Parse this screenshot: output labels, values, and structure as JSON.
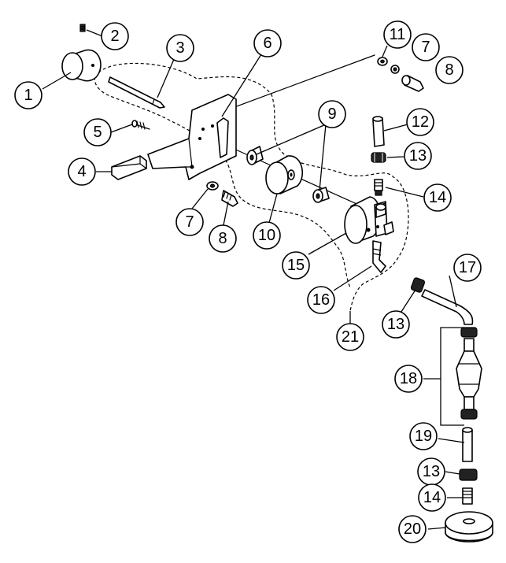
{
  "callouts": [
    {
      "id": "c1",
      "label": "1"
    },
    {
      "id": "c2",
      "label": "2"
    },
    {
      "id": "c3",
      "label": "3"
    },
    {
      "id": "c4",
      "label": "4"
    },
    {
      "id": "c5",
      "label": "5"
    },
    {
      "id": "c6",
      "label": "6"
    },
    {
      "id": "c7a",
      "label": "7"
    },
    {
      "id": "c7b",
      "label": "7"
    },
    {
      "id": "c8a",
      "label": "8"
    },
    {
      "id": "c8b",
      "label": "8"
    },
    {
      "id": "c9",
      "label": "9"
    },
    {
      "id": "c10",
      "label": "10"
    },
    {
      "id": "c11",
      "label": "11"
    },
    {
      "id": "c12",
      "label": "12"
    },
    {
      "id": "c13a",
      "label": "13"
    },
    {
      "id": "c13b",
      "label": "13"
    },
    {
      "id": "c13c",
      "label": "13"
    },
    {
      "id": "c14a",
      "label": "14"
    },
    {
      "id": "c14b",
      "label": "14"
    },
    {
      "id": "c15",
      "label": "15"
    },
    {
      "id": "c16",
      "label": "16"
    },
    {
      "id": "c17",
      "label": "17"
    },
    {
      "id": "c18",
      "label": "18"
    },
    {
      "id": "c19",
      "label": "19"
    },
    {
      "id": "c20",
      "label": "20"
    },
    {
      "id": "c21",
      "label": "21"
    }
  ]
}
